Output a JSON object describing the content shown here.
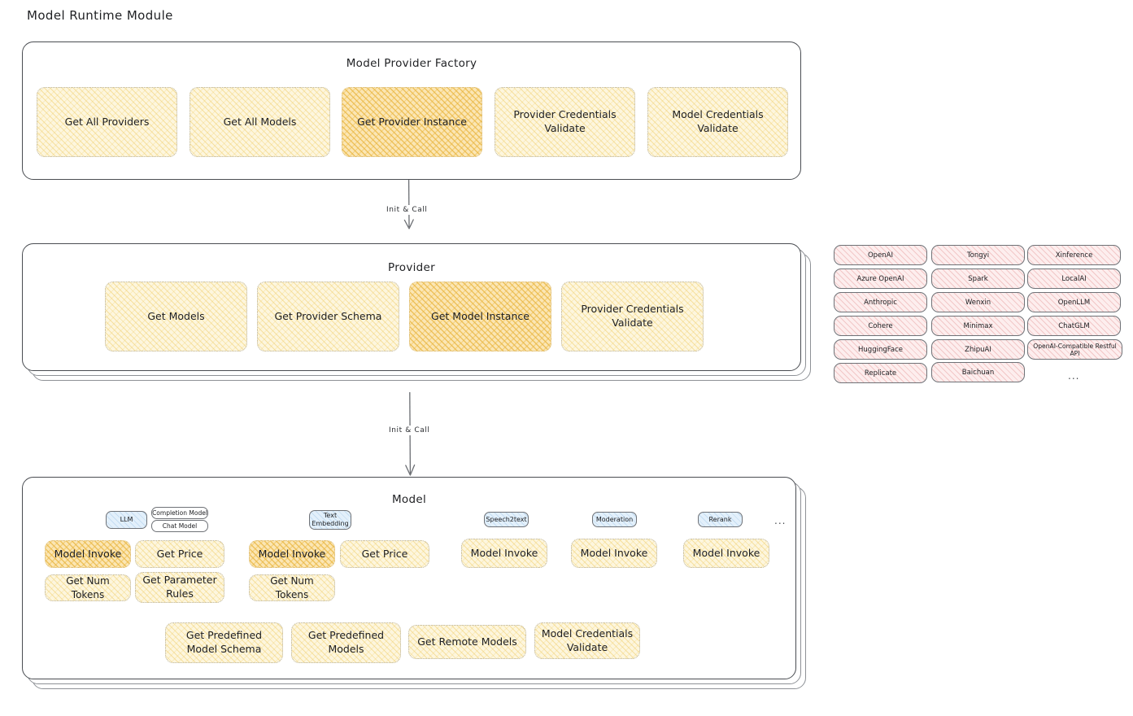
{
  "page": {
    "title": "Model Runtime Module"
  },
  "factory": {
    "title": "Model Provider Factory",
    "nodes": [
      {
        "label": "Get All Providers",
        "highlight": false
      },
      {
        "label": "Get All Models",
        "highlight": false
      },
      {
        "label": "Get Provider Instance",
        "highlight": true
      },
      {
        "label": "Provider Credentials Validate",
        "highlight": false
      },
      {
        "label": "Model Credentials Validate",
        "highlight": false
      }
    ]
  },
  "arrow1": {
    "label": "Init & Call"
  },
  "provider": {
    "title": "Provider",
    "nodes": [
      {
        "label": "Get Models",
        "highlight": false
      },
      {
        "label": "Get Provider Schema",
        "highlight": false
      },
      {
        "label": "Get Model Instance",
        "highlight": true
      },
      {
        "label": "Provider Credentials Validate",
        "highlight": false
      }
    ]
  },
  "arrow2": {
    "label": "Init & Call"
  },
  "provider_list": {
    "columns": [
      [
        "OpenAI",
        "Azure OpenAI",
        "Anthropic",
        "Cohere",
        "HuggingFace",
        "Replicate"
      ],
      [
        "Tongyi",
        "Spark",
        "Wenxin",
        "Minimax",
        "ZhipuAI",
        "Baichuan"
      ],
      [
        "Xinference",
        "LocalAI",
        "OpenLLM",
        "ChatGLM",
        "OpenAI-Compatible Restful API"
      ]
    ],
    "more": "..."
  },
  "model": {
    "title": "Model",
    "more": "...",
    "types": [
      {
        "name": "LLM",
        "sub": [
          "Completion Model",
          "Chat Model"
        ],
        "ops": [
          {
            "label": "Model Invoke",
            "highlight": true
          },
          {
            "label": "Get Price",
            "highlight": false
          },
          {
            "label": "Get Num Tokens",
            "highlight": false
          },
          {
            "label": "Get Parameter Rules",
            "highlight": false
          }
        ]
      },
      {
        "name": "Text Embedding",
        "sub": [],
        "ops": [
          {
            "label": "Model Invoke",
            "highlight": true
          },
          {
            "label": "Get Price",
            "highlight": false
          },
          {
            "label": "Get Num Tokens",
            "highlight": false
          }
        ]
      },
      {
        "name": "Speech2text",
        "sub": [],
        "ops": [
          {
            "label": "Model Invoke",
            "highlight": false
          }
        ]
      },
      {
        "name": "Moderation",
        "sub": [],
        "ops": [
          {
            "label": "Model Invoke",
            "highlight": false
          }
        ]
      },
      {
        "name": "Rerank",
        "sub": [],
        "ops": [
          {
            "label": "Model Invoke",
            "highlight": false
          }
        ]
      }
    ],
    "common_ops": [
      {
        "label": "Get Predefined Model Schema"
      },
      {
        "label": "Get Predefined Models"
      },
      {
        "label": "Get Remote Models"
      },
      {
        "label": "Model Credentials Validate"
      }
    ]
  },
  "colors": {
    "node_fill": "#fdf6de",
    "node_highlight_fill": "#fbe6b4",
    "provider_chip_fill": "#fdeeee",
    "model_type_chip_fill": "#e3f0fb",
    "stroke": "#4a4d52"
  }
}
